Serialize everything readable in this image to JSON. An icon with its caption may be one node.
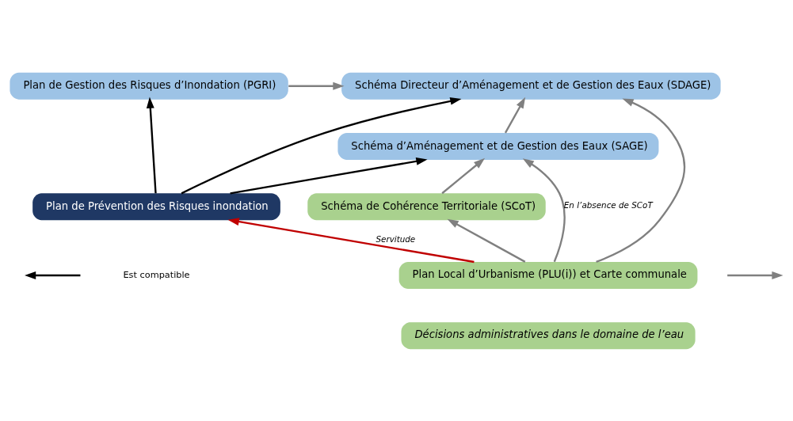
{
  "diagram": {
    "nodes": [
      {
        "text": [
          "Plan de Gestion des Risques d’Inondation (PGRI)"
        ]
      },
      {
        "text": [
          "Schéma Directeur d’Aménagement et de Gestion des Eaux (SDAGE)"
        ]
      },
      {
        "text": [
          "Schéma d’Aménagement et de Gestion des Eaux (SAGE)"
        ]
      },
      {
        "text": [
          "Plan de Prévention des Risques inondation"
        ]
      },
      {
        "text": [
          "Décisions administratives dans le domaine de l’eau"
        ]
      },
      {
        "text": [
          "Schéma de Cohérence Territoriale (SCoT)"
        ]
      },
      {
        "text": [
          "Plan Local d’Urbanisme (PLU(i)) et Carte communale"
        ]
      }
    ],
    "edges": [
      {
        "from": 0,
        "to": 1,
        "arrow": "to"
      },
      {
        "from": 3,
        "to": 0,
        "arrow": "to",
        "color": "#000000"
      },
      {
        "from": 3,
        "to": 1,
        "arrow": "to",
        "color": "#000000"
      },
      {
        "from": 3,
        "to": 2,
        "arrow": "to",
        "color": "#000000"
      },
      {
        "from": 2,
        "to": 1,
        "arrow": "to"
      },
      {
        "from": 5,
        "to": 2,
        "arrow": "to"
      },
      {
        "from": 6,
        "to": 5,
        "arrow": "to"
      },
      {
        "from": 6,
        "to": 3,
        "arrow": "to",
        "label": "Servitude",
        "color": "#c00000"
      },
      {
        "from": 6,
        "to": 2,
        "arrow": "to",
        "label": "En l’absence de SCoT"
      },
      {
        "from": 6,
        "to": 1,
        "arrow": "to"
      }
    ],
    "legend": [
      {
        "text": "Est compatible"
      }
    ]
  }
}
